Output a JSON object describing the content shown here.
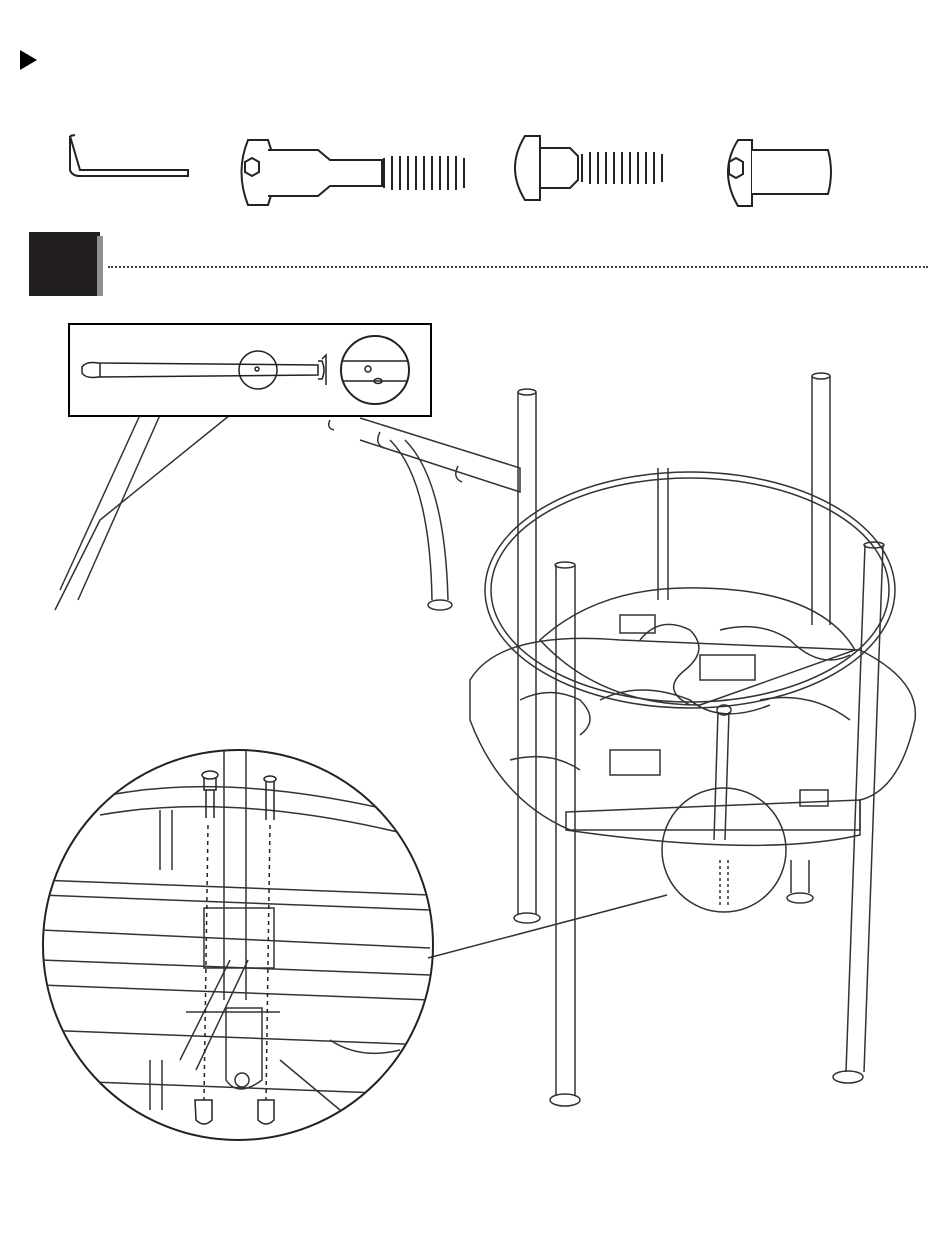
{
  "page": {
    "step_marker": "step-play-arrow",
    "step_number": "",
    "colors": {
      "ink": "#231f20",
      "line": "#222222",
      "shadow": "#8f8f8f"
    }
  },
  "hardware": [
    {
      "name": "hex-key",
      "icon": "allen-wrench-icon"
    },
    {
      "name": "long-bolt",
      "icon": "bolt-icon"
    },
    {
      "name": "short-bolt",
      "icon": "bolt-icon"
    },
    {
      "name": "barrel-nut",
      "icon": "barrel-nut-icon"
    }
  ],
  "illustrations": {
    "inset": "tube-with-hole-detail",
    "main": "two-tier-round-platform-with-poles",
    "callout": "underside-bracket-bolt-detail"
  }
}
